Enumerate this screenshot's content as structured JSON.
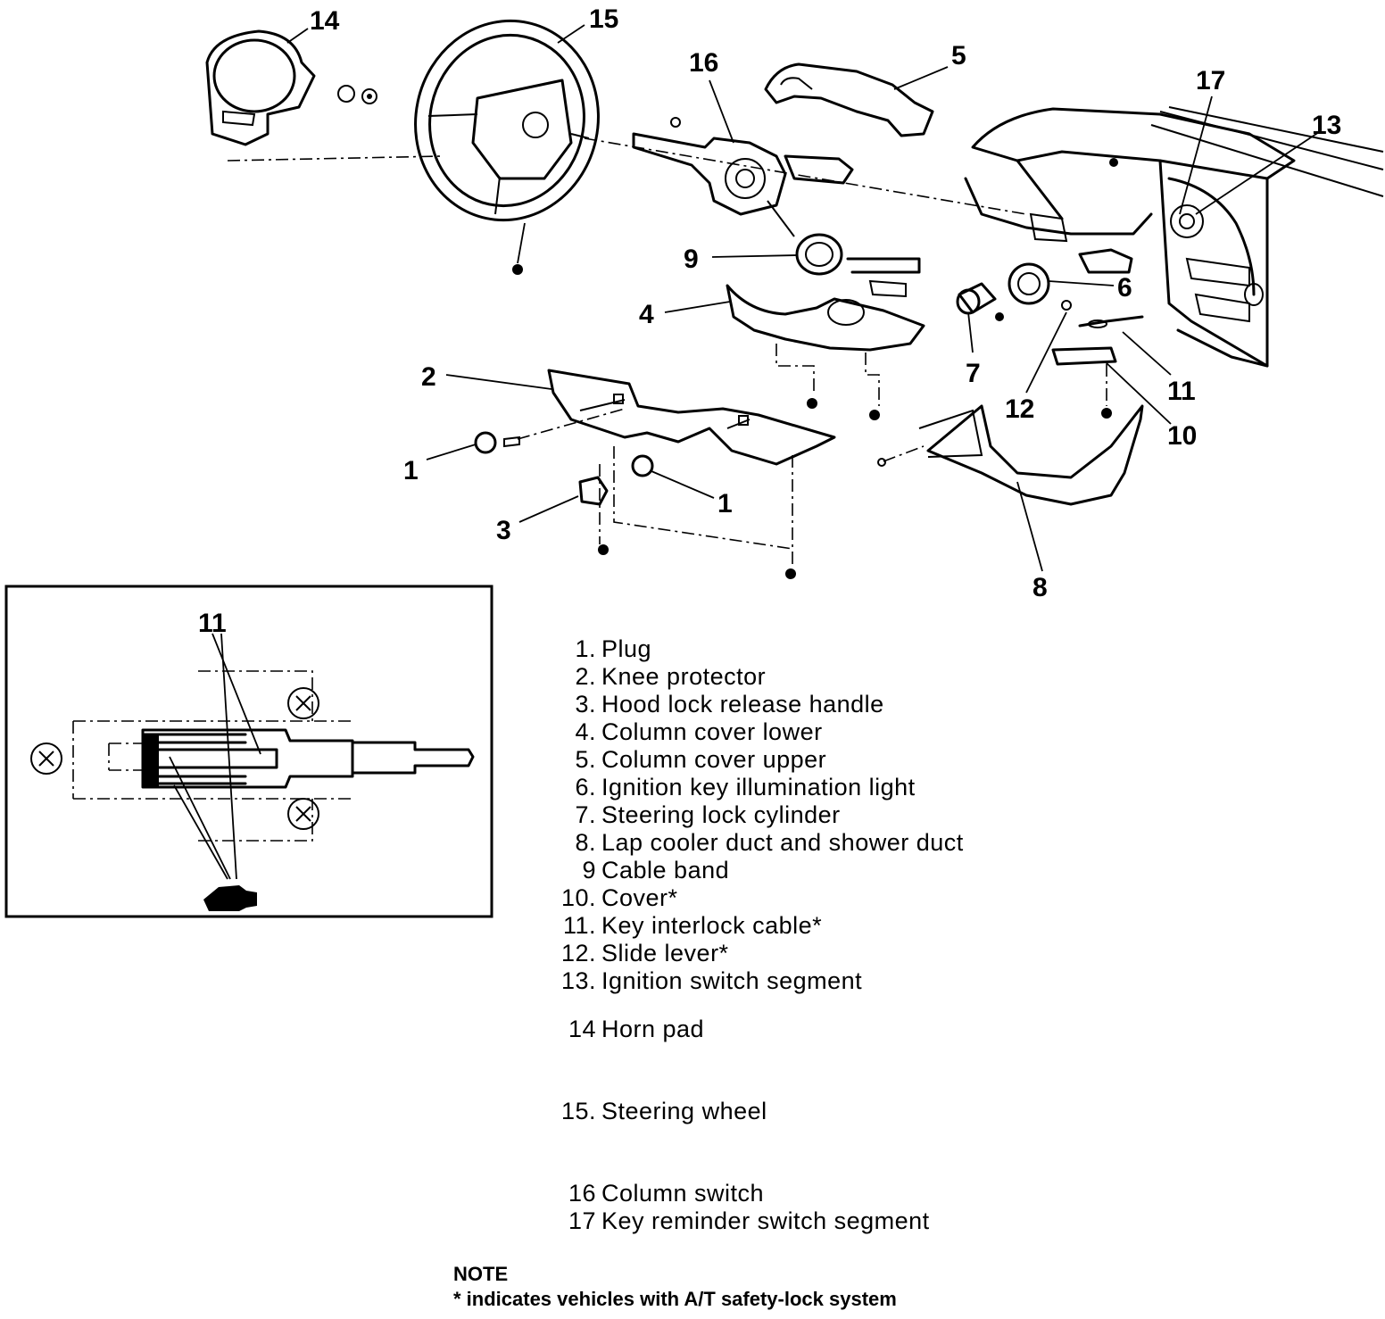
{
  "callouts": [
    "14",
    "15",
    "16",
    "5",
    "17",
    "13",
    "9",
    "6",
    "4",
    "7",
    "12",
    "11",
    "2",
    "10",
    "1",
    "1",
    "3",
    "8",
    "11"
  ],
  "legend": [
    {
      "num": "1.",
      "text": "Plug"
    },
    {
      "num": "2.",
      "text": "Knee protector"
    },
    {
      "num": "3.",
      "text": "Hood lock release handle"
    },
    {
      "num": "4.",
      "text": "Column cover lower"
    },
    {
      "num": "5.",
      "text": "Column cover upper"
    },
    {
      "num": "6.",
      "text": "Ignition key illumination light"
    },
    {
      "num": "7.",
      "text": "Steering lock cylinder"
    },
    {
      "num": "8.",
      "text": "Lap cooler duct and shower duct"
    },
    {
      "num": "9",
      "text": "Cable band"
    },
    {
      "num": "10.",
      "text": "Cover*"
    },
    {
      "num": "11.",
      "text": "Key interlock cable*"
    },
    {
      "num": "12.",
      "text": "Slide lever*"
    },
    {
      "num": "13.",
      "text": "Ignition switch segment"
    },
    {
      "num": "14",
      "text": "Horn pad"
    },
    {
      "num": "15.",
      "text": "Steering wheel"
    },
    {
      "num": "16",
      "text": "Column switch"
    },
    {
      "num": "17",
      "text": "Key reminder switch segment"
    }
  ],
  "note": {
    "heading": "NOTE",
    "text": "* indicates vehicles with A/T safety-lock system"
  }
}
